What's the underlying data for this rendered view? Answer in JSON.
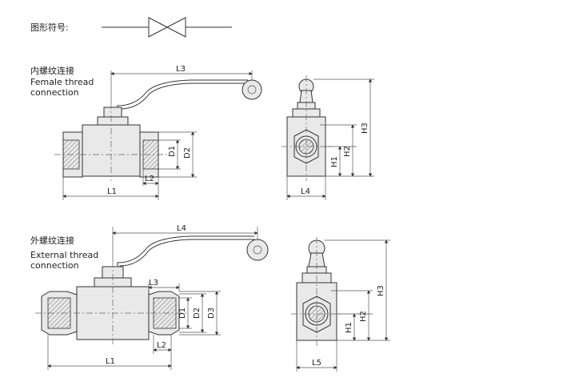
{
  "symbol": {
    "label": "图形符号:"
  },
  "female": {
    "title_cn": "内螺纹连接",
    "title_en_1": "Female thread",
    "title_en_2": "connection"
  },
  "external": {
    "title_cn": "外螺纹连接",
    "title_en_1": "External thread",
    "title_en_2": "connection"
  },
  "dims": {
    "f_L3": "L3",
    "f_L1": "L1",
    "f_L2": "L2",
    "f_D1": "D1",
    "f_D2": "D2",
    "f_H1": "H1",
    "f_H2": "H2",
    "f_H3": "H3",
    "f_L4": "L4",
    "e_L4": "L4",
    "e_L3": "L3",
    "e_L1": "L1",
    "e_L2": "L2",
    "e_D1": "D1",
    "e_D2": "D2",
    "e_D3": "D3",
    "e_H1": "H1",
    "e_H2": "H2",
    "e_H3": "H3",
    "e_L5": "L5"
  }
}
